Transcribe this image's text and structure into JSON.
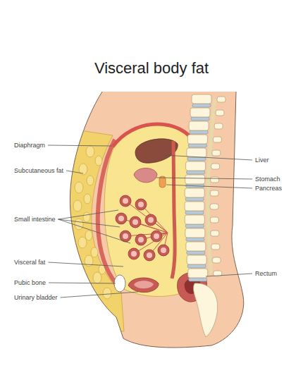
{
  "diagram": {
    "title": "Visceral body fat",
    "labels": [
      "Diaphragm",
      "Liver",
      "Subcutaneous fat",
      "Stomach",
      "Pancreas",
      "Small intestine",
      "Visceral fat",
      "Rectum",
      "Pubic bone",
      "Urinary bladder"
    ]
  }
}
